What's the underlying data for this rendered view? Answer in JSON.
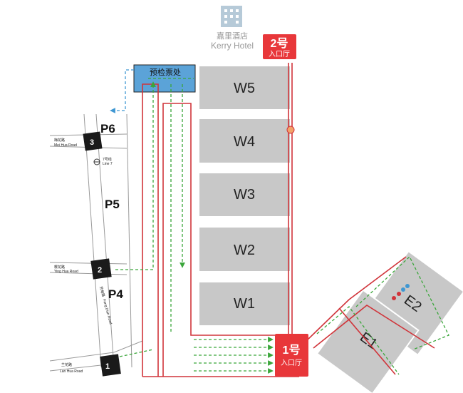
{
  "hotel": {
    "name_cn": "嘉里酒店",
    "name_en": "Kerry Hotel"
  },
  "entrances": [
    {
      "number": "2号",
      "sub": "入口厅"
    },
    {
      "number": "1号",
      "sub": "入口厅"
    }
  ],
  "precheck": {
    "label": "预检票处"
  },
  "halls": {
    "west": [
      "W5",
      "W4",
      "W3",
      "W2",
      "W1"
    ],
    "east": [
      "E2",
      "E1"
    ]
  },
  "parking": [
    "P6",
    "P5",
    "P4"
  ],
  "gates": [
    "3",
    "2",
    "1"
  ],
  "roads": {
    "mei_hua": {
      "cn": "梅花路",
      "en": "Mei Hua Road"
    },
    "ying_hua": {
      "cn": "樱花路",
      "en": "Ying Hua Road"
    },
    "lan_hua": {
      "cn": "兰花路",
      "en": "Lan Hua Road"
    },
    "fang_dian": {
      "cn": "芳甸路",
      "en": "Fang Dian Road"
    },
    "metro": {
      "cn": "7号线",
      "en": "Line 7"
    }
  },
  "colors": {
    "hall": "#c8c8c8",
    "entrance": "#e8373a",
    "precheck": "#5ba3d8",
    "route_red": "#d0343a",
    "route_green": "#3aa63a",
    "route_blue": "#3f97d2",
    "gate": "#1a1a1a"
  }
}
